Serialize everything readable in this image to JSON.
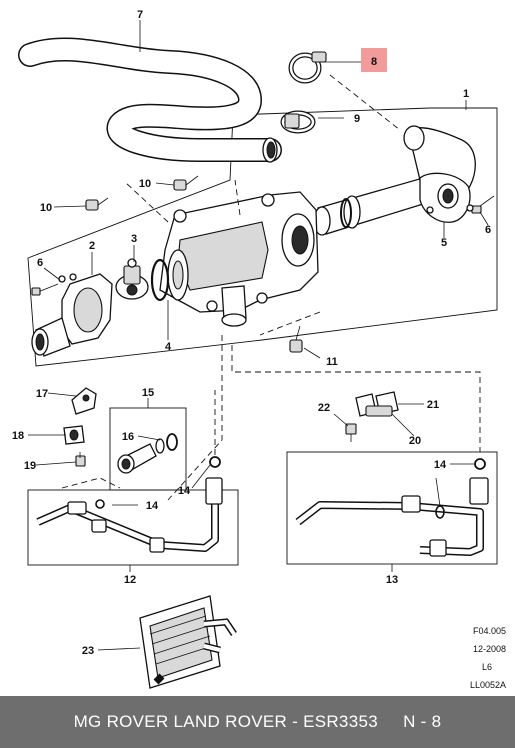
{
  "callouts": {
    "c1": "1",
    "c2": "2",
    "c3": "3",
    "c4": "4",
    "c5": "5",
    "c6a": "6",
    "c6b": "6",
    "c7": "7",
    "c8": "8",
    "c9": "9",
    "c10a": "10",
    "c10b": "10",
    "c11": "11",
    "c12": "12",
    "c13": "13",
    "c14a": "14",
    "c14b": "14",
    "c14c": "14",
    "c15": "15",
    "c16": "16",
    "c17": "17",
    "c18": "18",
    "c19": "19",
    "c20": "20",
    "c21": "21",
    "c22": "22",
    "c23": "23"
  },
  "highlight_color": "#f29b9b",
  "reference": {
    "line1": "F04.005",
    "line2": "12-2008",
    "line3": "L6",
    "line4": "LL0052A"
  },
  "footer": {
    "title": "MG ROVER LAND ROVER - ESR3353",
    "section": "N - 8"
  }
}
